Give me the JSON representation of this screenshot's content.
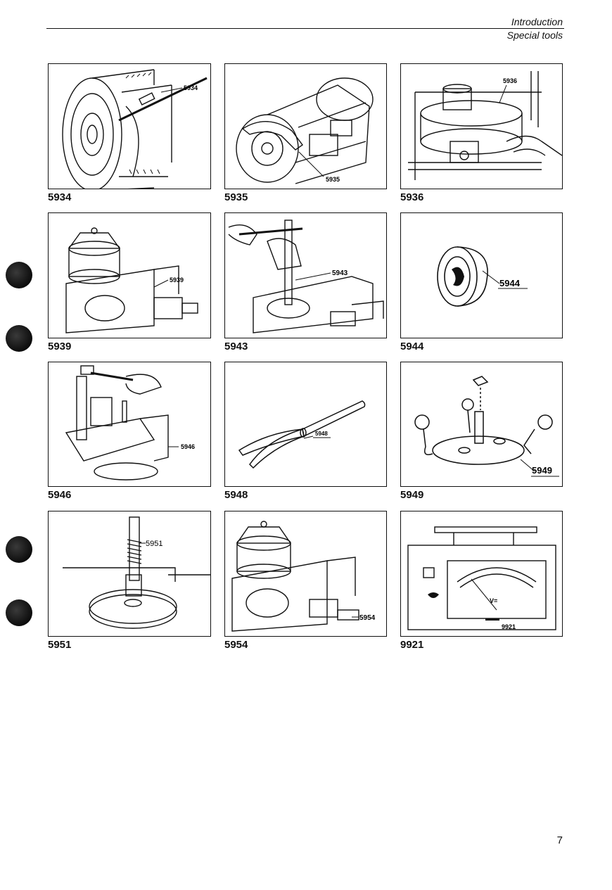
{
  "header": {
    "section": "Introduction",
    "subsection": "Special tools"
  },
  "tools": [
    {
      "number": "5934",
      "callout": "5934"
    },
    {
      "number": "5935",
      "callout": "5935"
    },
    {
      "number": "5936",
      "callout": "5936"
    },
    {
      "number": "5939",
      "callout": "5939"
    },
    {
      "number": "5943",
      "callout": "5943"
    },
    {
      "number": "5944",
      "callout": "5944"
    },
    {
      "number": "5946",
      "callout": "5946"
    },
    {
      "number": "5948",
      "callout": "5948"
    },
    {
      "number": "5949",
      "callout": "5949"
    },
    {
      "number": "5951",
      "callout": "5951"
    },
    {
      "number": "5954",
      "callout": "5954"
    },
    {
      "number": "9921",
      "callout": "9921",
      "meter_symbol": "V="
    }
  ],
  "page_number": "7"
}
